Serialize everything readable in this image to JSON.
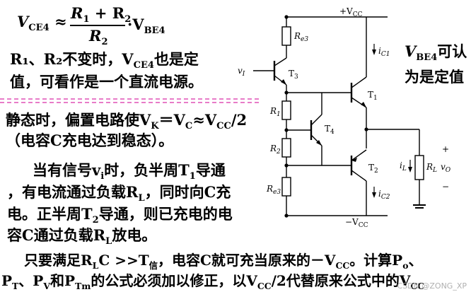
{
  "formula": {
    "lhs": "V",
    "lhs_sub": "CE4",
    "approx": "≈",
    "numerator": "R",
    "num_sub1": "1",
    "plus": " + R",
    "num_sub2": "2",
    "denominator": "R",
    "den_sub": "2",
    "dot": "·V",
    "rhs_sub": "BE4"
  },
  "para1": {
    "line1": "R₁、R₂不变时，V",
    "line1_sub": "CE4",
    "line1_end": "也是定",
    "line2": "值，可看作是一个直流电源。"
  },
  "right_note": {
    "line1": "V",
    "line1_sub": "BE4",
    "line1_end": "可认",
    "line2": "为是定值"
  },
  "para2": {
    "line1": "静态时，偏置电路使V",
    "sub_k": "K",
    "eq": "＝V",
    "sub_c": "C",
    "approx": "≈V",
    "sub_cc": "CC",
    "end": "/2",
    "line2": "（电容C充电达到稳态）。"
  },
  "para3": {
    "line1": "当有信号v",
    "sub_i": "i",
    "line1_mid": "时，负半周T",
    "sub_1": "1",
    "line1_end": "导通",
    "line2": "，有电流通过负载R",
    "sub_l": "L",
    "line2_end": "，同时向C充",
    "line3": "电。正半周T",
    "sub_2": "2",
    "line3_end": "导通，则已充电的电",
    "line4": "容C通过负载R",
    "sub_l2": "L",
    "line4_end": "放电。"
  },
  "para4": {
    "line1": "只要满足R",
    "sub_lc": "L",
    "mid1": "C >>T",
    "sub_sig": "信",
    "mid2": "，电容C就可充当原来的－V",
    "sub_cc": "CC",
    "end1": "。计算P",
    "sub_o": "o",
    "end1b": "、",
    "line2a": "P",
    "sub_t": "T",
    "line2b": "、P",
    "sub_v": "V",
    "line2c": "和P",
    "sub_tm": "Tm",
    "line2d": "的公式必须加以修正，以V",
    "sub_cc2": "CC",
    "line2e": "/2代替原来公式中的V",
    "sub_cc3": "CC"
  },
  "circuit": {
    "vcc_top": "+V",
    "vcc_top_sub": "CC",
    "vcc_bot": "−V",
    "vcc_bot_sub": "CC",
    "re3_top": "R",
    "re3_top_sub": "e3",
    "re3_bot": "R",
    "re3_bot_sub": "e3",
    "vi": "v",
    "vi_sub": "I",
    "t3": "T",
    "t3_sub": "3",
    "t1": "T",
    "t1_sub": "1",
    "t2": "T",
    "t2_sub": "2",
    "t4": "T",
    "t4_sub": "4",
    "r1": "R",
    "r1_sub": "1",
    "r2": "R",
    "r2_sub": "2",
    "ic1": "i",
    "ic1_sub": "C1",
    "ic2": "i",
    "ic2_sub": "C2",
    "il": "i",
    "il_sub": "L",
    "rl": "R",
    "rl_sub": "L",
    "vo": "v",
    "vo_sub": "O",
    "plus": "+",
    "minus": "−"
  },
  "watermark": "CSDN @ZONG_XP"
}
